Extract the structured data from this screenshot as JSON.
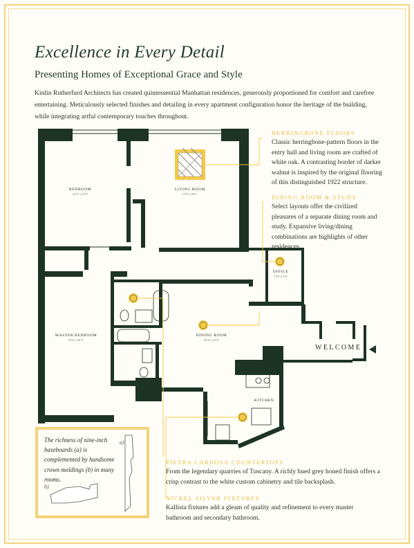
{
  "page": {
    "title": "Excellence in Every Detail",
    "subtitle": "Presenting Homes of Exceptional Grace and Style",
    "intro": "Kinlin Rutherfurd Architects has created quintessential Manhattan residences, generously proportioned for comfort and carefree entertaining. Meticulously selected finishes and detailing in every apartment configuration honor the heritage of the building, while integrating artful contemporary touches throughout."
  },
  "features": [
    {
      "title": "Herringbone Floors",
      "body": "Classic herringbone-pattern floors in the entry hall and living room are crafted of white oak. A contrasting border of darker walnut is inspired by the original flooring of this distinguished 1922 structure."
    },
    {
      "title": "Dining Room & Study",
      "body": "Select layouts offer the civilized pleasures of a separate dining room and study. Expansive living/dining combinations are highlights of other residences."
    },
    {
      "title": "Pietra Cardosa Countertops",
      "body": "From the legendary quarries of Tuscany. A richly hued grey honed finish offers a crisp contrast to the white custom cabinetry and tile backsplash."
    },
    {
      "title": "Nickel Silver Fixtures",
      "body": "Kallista fixtures add a gleam of quality and refinement to every master bathroom and secondary bathroom."
    }
  ],
  "rooms": {
    "bedroom": {
      "name": "BEDROOM",
      "dims": "14'-6\" x 15'-0\""
    },
    "living": {
      "name": "LIVING ROOM",
      "dims": "13'-0\" x 20'-1\""
    },
    "office": {
      "name": "OFFICE",
      "dims": "7'-11\" x 7'-6\""
    },
    "master": {
      "name": "MASTER BEDROOM",
      "dims": "10'-0\" x 18'-1\""
    },
    "dining": {
      "name": "DINING ROOM",
      "dims": "16'-6\" x 14'-0\""
    },
    "kitchen": {
      "name": "KITCHEN"
    },
    "welcome": "WELCOME"
  },
  "moldings": {
    "text": "The richness of nine-inch baseboards (a) is complemented by handsome crown moldings (b) in many rooms.",
    "label_a": "a)",
    "label_b": "b)"
  },
  "colors": {
    "wall": "#1d3325",
    "accent_gold": "#f3c948",
    "feature_title": "#e9b93f",
    "background": "#fffdf7"
  }
}
